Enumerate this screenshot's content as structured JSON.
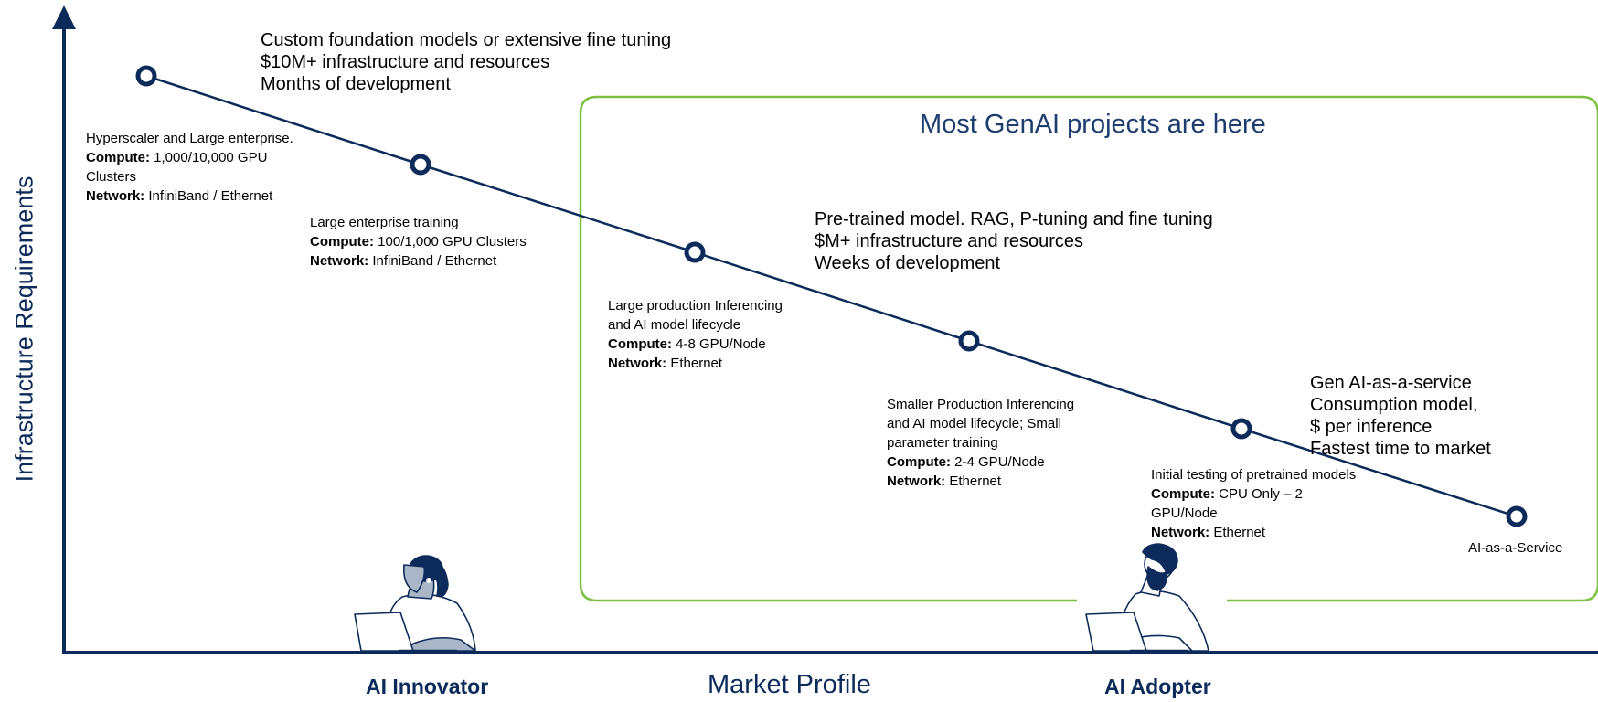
{
  "axes": {
    "y_label": "Infrastructure Requirements",
    "x_label": "Market Profile",
    "left_persona": "AI Innovator",
    "right_persona": "AI Adopter"
  },
  "highlight_box": {
    "title": "Most GenAI projects are here",
    "border_color": "#7dc142"
  },
  "colors": {
    "navy": "#0d2b5a",
    "title_blue": "#1d3d6e"
  },
  "callouts": {
    "top": [
      "Custom foundation models or extensive fine tuning",
      "$10M+ infrastructure and resources",
      "Months of development"
    ],
    "middle": [
      "Pre-trained model. RAG, P-tuning and fine tuning",
      "$M+ infrastructure and resources",
      "Weeks of development"
    ],
    "right": [
      "Gen AI-as-a-service",
      "Consumption model,",
      "$ per inference",
      "Fastest time to market"
    ]
  },
  "points": [
    {
      "intro": [
        "Hyperscaler and Large enterprise."
      ],
      "compute_label": "Compute:",
      "compute": "1,000/10,000 GPU",
      "compute_cont": "Clusters",
      "network_label": "Network:",
      "network": "InfiniBand / Ethernet"
    },
    {
      "intro": [
        "Large enterprise training"
      ],
      "compute_label": "Compute:",
      "compute": "100/1,000 GPU Clusters",
      "network_label": "Network:",
      "network": "InfiniBand / Ethernet"
    },
    {
      "intro": [
        "Large production Inferencing",
        "and AI model lifecycle"
      ],
      "compute_label": "Compute:",
      "compute": "4-8 GPU/Node",
      "network_label": "Network:",
      "network": "Ethernet"
    },
    {
      "intro": [
        "Smaller Production Inferencing",
        "and AI model lifecycle; Small",
        "parameter training"
      ],
      "compute_label": "Compute:",
      "compute": "2-4 GPU/Node",
      "network_label": "Network:",
      "network": "Ethernet"
    },
    {
      "intro": [
        "Initial testing of pretrained models"
      ],
      "compute_label": "Compute:",
      "compute": "CPU Only – 2",
      "compute_cont": "GPU/Node",
      "network_label": "Network:",
      "network": "Ethernet"
    },
    {
      "intro": [
        "AI-as-a-Service"
      ]
    }
  ]
}
